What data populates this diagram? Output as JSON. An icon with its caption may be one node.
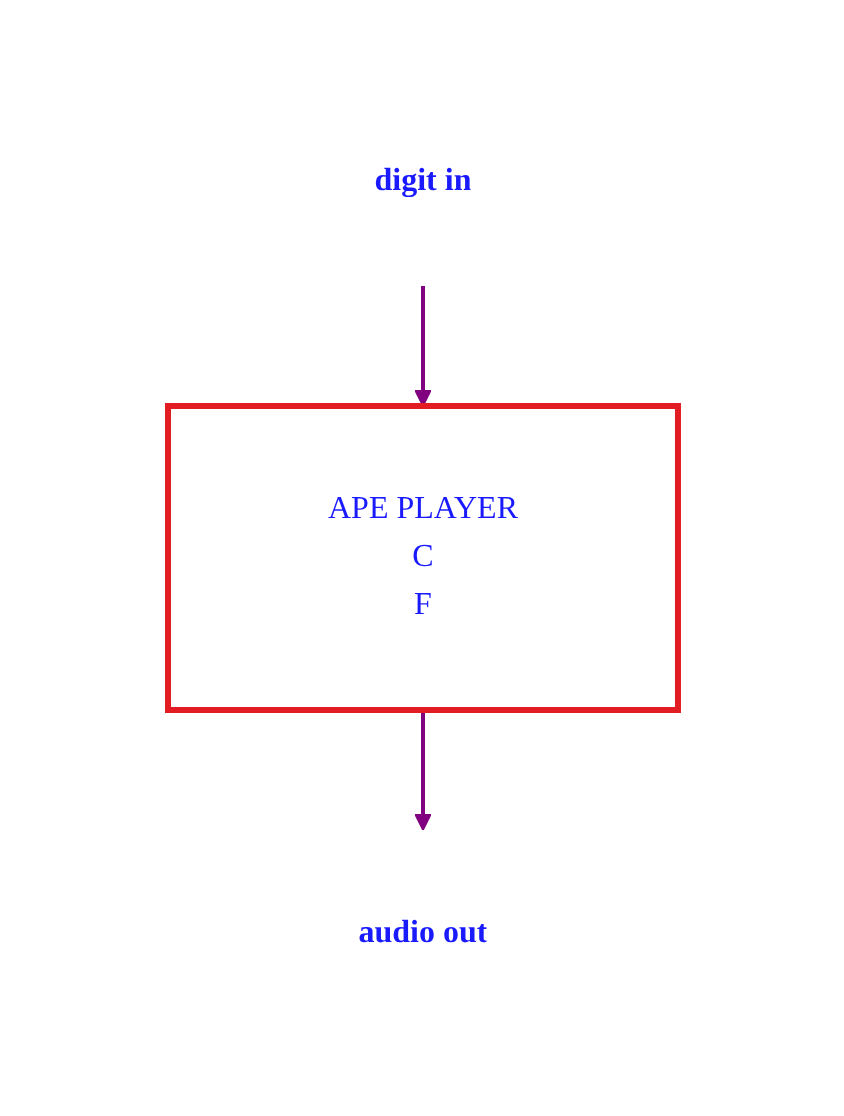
{
  "diagram": {
    "nodes": [
      {
        "text": [
          "APE PLAYER",
          "C",
          "F"
        ]
      },
      {
        "text": [
          "digit in"
        ]
      },
      {
        "text": [
          "audio out"
        ]
      }
    ],
    "edges": [
      {
        "from": 1,
        "to": 0,
        "arrow": "to"
      },
      {
        "from": 0,
        "to": 2,
        "arrow": "to"
      }
    ]
  }
}
